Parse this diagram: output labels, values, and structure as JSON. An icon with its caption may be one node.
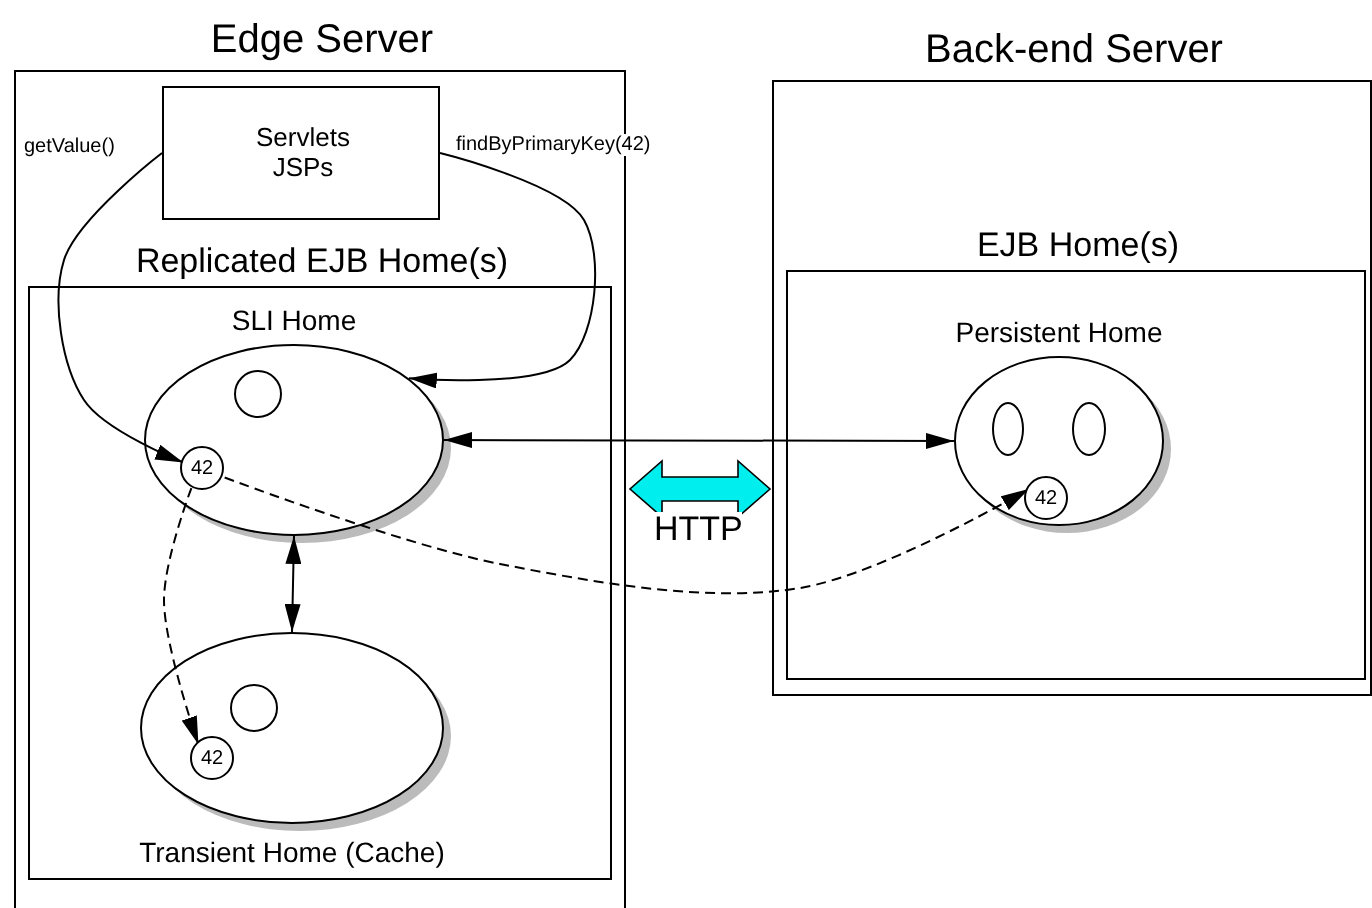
{
  "diagram": {
    "nodes": [
      {
        "text": [
          "Edge Server"
        ]
      },
      {
        "text": [
          "Servlets JSPs"
        ],
        "in": 0
      },
      {
        "text": [
          "Replicated EJB Home(s)"
        ],
        "in": 0
      },
      {
        "text": [
          "SLI Home"
        ],
        "in": 2
      },
      {
        "text": [],
        "shape": "circle",
        "in": 3
      },
      {
        "text": [
          "42"
        ],
        "in": 3
      },
      {
        "text": [
          "Transient Home (Cache)"
        ],
        "in": 2
      },
      {
        "text": [],
        "shape": "circle",
        "in": 6
      },
      {
        "text": [
          "42"
        ],
        "in": 6
      },
      {
        "text": [
          "Back-end Server"
        ]
      },
      {
        "text": [
          "EJB Home(s)"
        ],
        "in": 9
      },
      {
        "text": [
          "Persistent Home"
        ],
        "in": 10
      },
      {
        "text": [],
        "shape": "ellipse",
        "in": 11
      },
      {
        "text": [],
        "shape": "ellipse",
        "in": 11
      },
      {
        "text": [
          "42"
        ],
        "in": 11
      }
    ],
    "edges": [
      {
        "from": 1,
        "to": 5,
        "arrow": "to",
        "label": "getValue()"
      },
      {
        "from": 1,
        "to": 3,
        "arrow": "to",
        "label": "findByPrimaryKey(42)"
      },
      {
        "from": 3,
        "to": 11,
        "arrow": "both"
      },
      {
        "from": 5,
        "to": 14,
        "arrow": "to",
        "style": "dashed"
      },
      {
        "from": 5,
        "to": 8,
        "arrow": "to",
        "style": "dashed"
      },
      {
        "from": 3,
        "to": 6,
        "arrow": "both"
      },
      {
        "from": 0,
        "to": 9,
        "arrow": "both",
        "label": "HTTP",
        "style": "thick",
        "color": "#00eeee"
      }
    ]
  }
}
